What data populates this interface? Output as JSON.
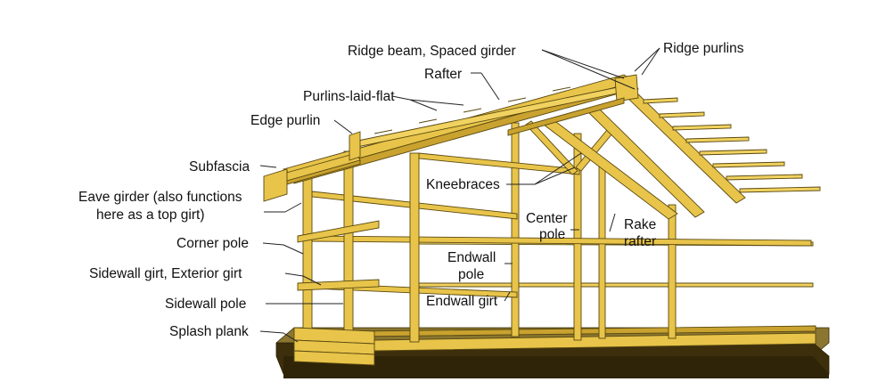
{
  "labels": {
    "ridge_beam": "Ridge beam, Spaced girder",
    "ridge_purlins": "Ridge purlins",
    "rafter": "Rafter",
    "purlins_laid_flat": "Purlins-laid-flat",
    "edge_purlin": "Edge purlin",
    "subfascia": "Subfascia",
    "eave_girder_1": "Eave girder (also functions",
    "eave_girder_2": "here as a top girt)",
    "corner_pole": "Corner pole",
    "sidewall_girt": "Sidewall girt, Exterior girt",
    "sidewall_pole": "Sidewall pole",
    "splash_plank": "Splash plank",
    "kneebraces": "Kneebraces",
    "center_pole_1": "Center",
    "center_pole_2": "pole",
    "rake_rafter_1": "Rake",
    "rake_rafter_2": "rafter",
    "endwall_pole_1": "Endwall",
    "endwall_pole_2": "pole",
    "endwall_girt": "Endwall girt"
  },
  "colors": {
    "wood": "#e8c44a",
    "wood_dark": "#c9a22f",
    "ground": "#4a3a12"
  }
}
